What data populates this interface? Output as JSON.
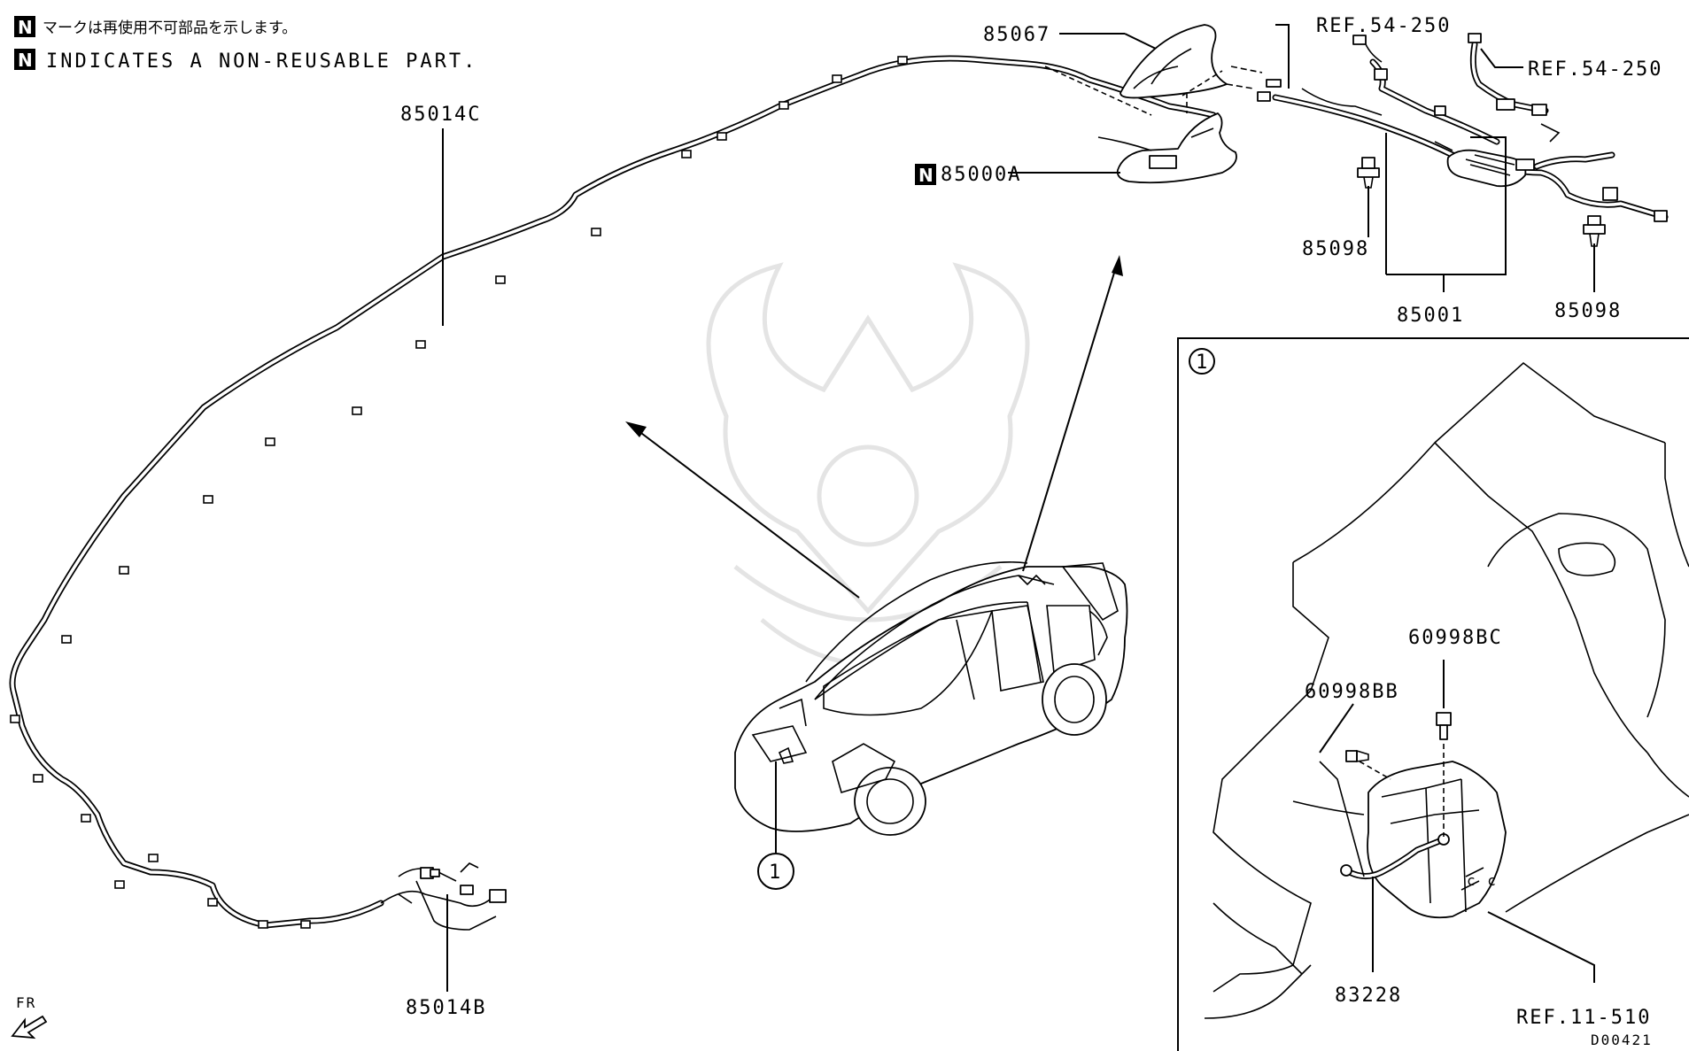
{
  "notes": {
    "badge": "N",
    "jp": "マークは再使用不可部品を示します。",
    "en": "INDICATES A NON-REUSABLE PART."
  },
  "labels": {
    "p85014C": "85014C",
    "p85014B": "85014B",
    "p85067": "85067",
    "p85000A": "85000A",
    "ref_54_250_a": "REF.54-250",
    "ref_54_250_b": "REF.54-250",
    "p85098_a": "85098",
    "p85098_b": "85098",
    "p85001": "85001",
    "p60998BB": "60998BB",
    "p60998BC": "60998BC",
    "p83228": "83228",
    "ref_11_510": "REF.11-510"
  },
  "callouts": {
    "detail_1": "1",
    "car_1": "1"
  },
  "direction": "FR",
  "diagram_code": "D00421"
}
